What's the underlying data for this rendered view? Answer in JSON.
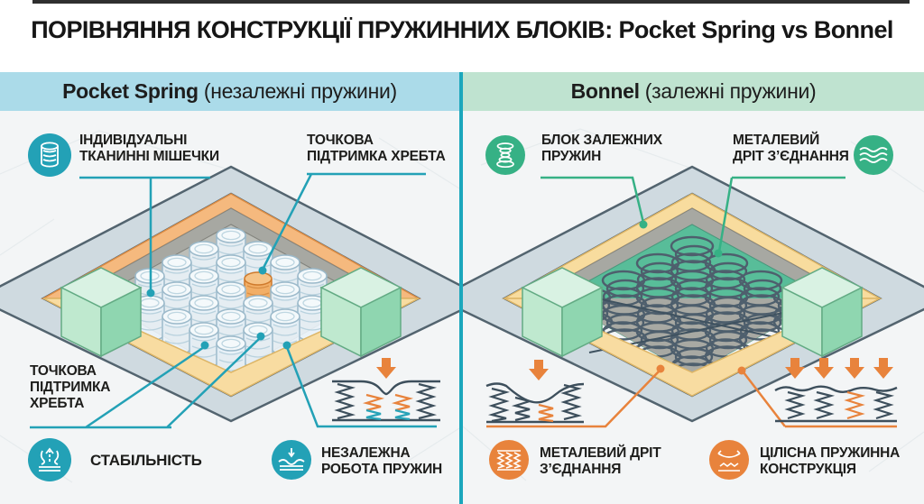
{
  "title": "ПОРІВНЯННЯ КОНСТРУКЦІЇ ПРУЖИННИХ БЛОКІВ: Pocket Spring vs Bonnel",
  "left": {
    "header": {
      "name": "Pocket Spring",
      "subtitle": " (незалежні пружини)"
    },
    "callout_pockets": {
      "lines": [
        "ІНДИВІДУАЛЬНІ",
        "ТКАНИННІ МІШЕЧКИ"
      ],
      "icon": "pocket-spring-icon"
    },
    "callout_point_top": {
      "lines": [
        "ТОЧКОВА",
        "ПІДТРИМКА ХРЕБТА"
      ]
    },
    "callout_point_bottom": {
      "lines": [
        "ТОЧКОВА",
        "ПІДТРИМКА",
        "ХРЕБТА"
      ]
    },
    "callout_stability": {
      "lines": [
        "СТАБІЛЬНІСТЬ"
      ],
      "icon": "stability-icon"
    },
    "callout_independent": {
      "lines": [
        "НЕЗАЛЕЖНА",
        "РОБОТА ПРУЖИН"
      ],
      "icon": "independent-springs-icon"
    }
  },
  "right": {
    "header": {
      "name": "Bonnel",
      "subtitle": " (залежні пружини)"
    },
    "callout_block": {
      "lines": [
        "БЛОК ЗАЛЕЖНИХ",
        "ПРУЖИН"
      ],
      "icon": "bonnel-spring-icon"
    },
    "callout_wire_top": {
      "lines": [
        "МЕТАЛЕВИЙ",
        "ДРІТ З’ЄДНАННЯ"
      ],
      "icon": "connection-wire-waves-icon"
    },
    "callout_wire_bottom": {
      "lines": [
        "МЕТАЛЕВИЙ ДРІТ",
        "З’ЄДНАННЯ"
      ],
      "icon": "wire-connection-icon"
    },
    "callout_unified": {
      "lines": [
        "ЦІЛІСНА ПРУЖИННА",
        "КОНСТРУКЦІЯ"
      ],
      "icon": "unified-spring-structure-icon"
    }
  },
  "colors": {
    "teal_accent": "#23a1b6",
    "green_accent": "#36b185",
    "orange_accent": "#e8833c",
    "header_left_bg": "#abdbe9",
    "header_right_bg": "#bfe3d0",
    "divider": "#1ba7bc",
    "foam_orange": "#f5b97e",
    "foam_yellow": "#f8dca1",
    "felt_gray": "#a7a8a2",
    "block_green": "#bfe9cf"
  }
}
